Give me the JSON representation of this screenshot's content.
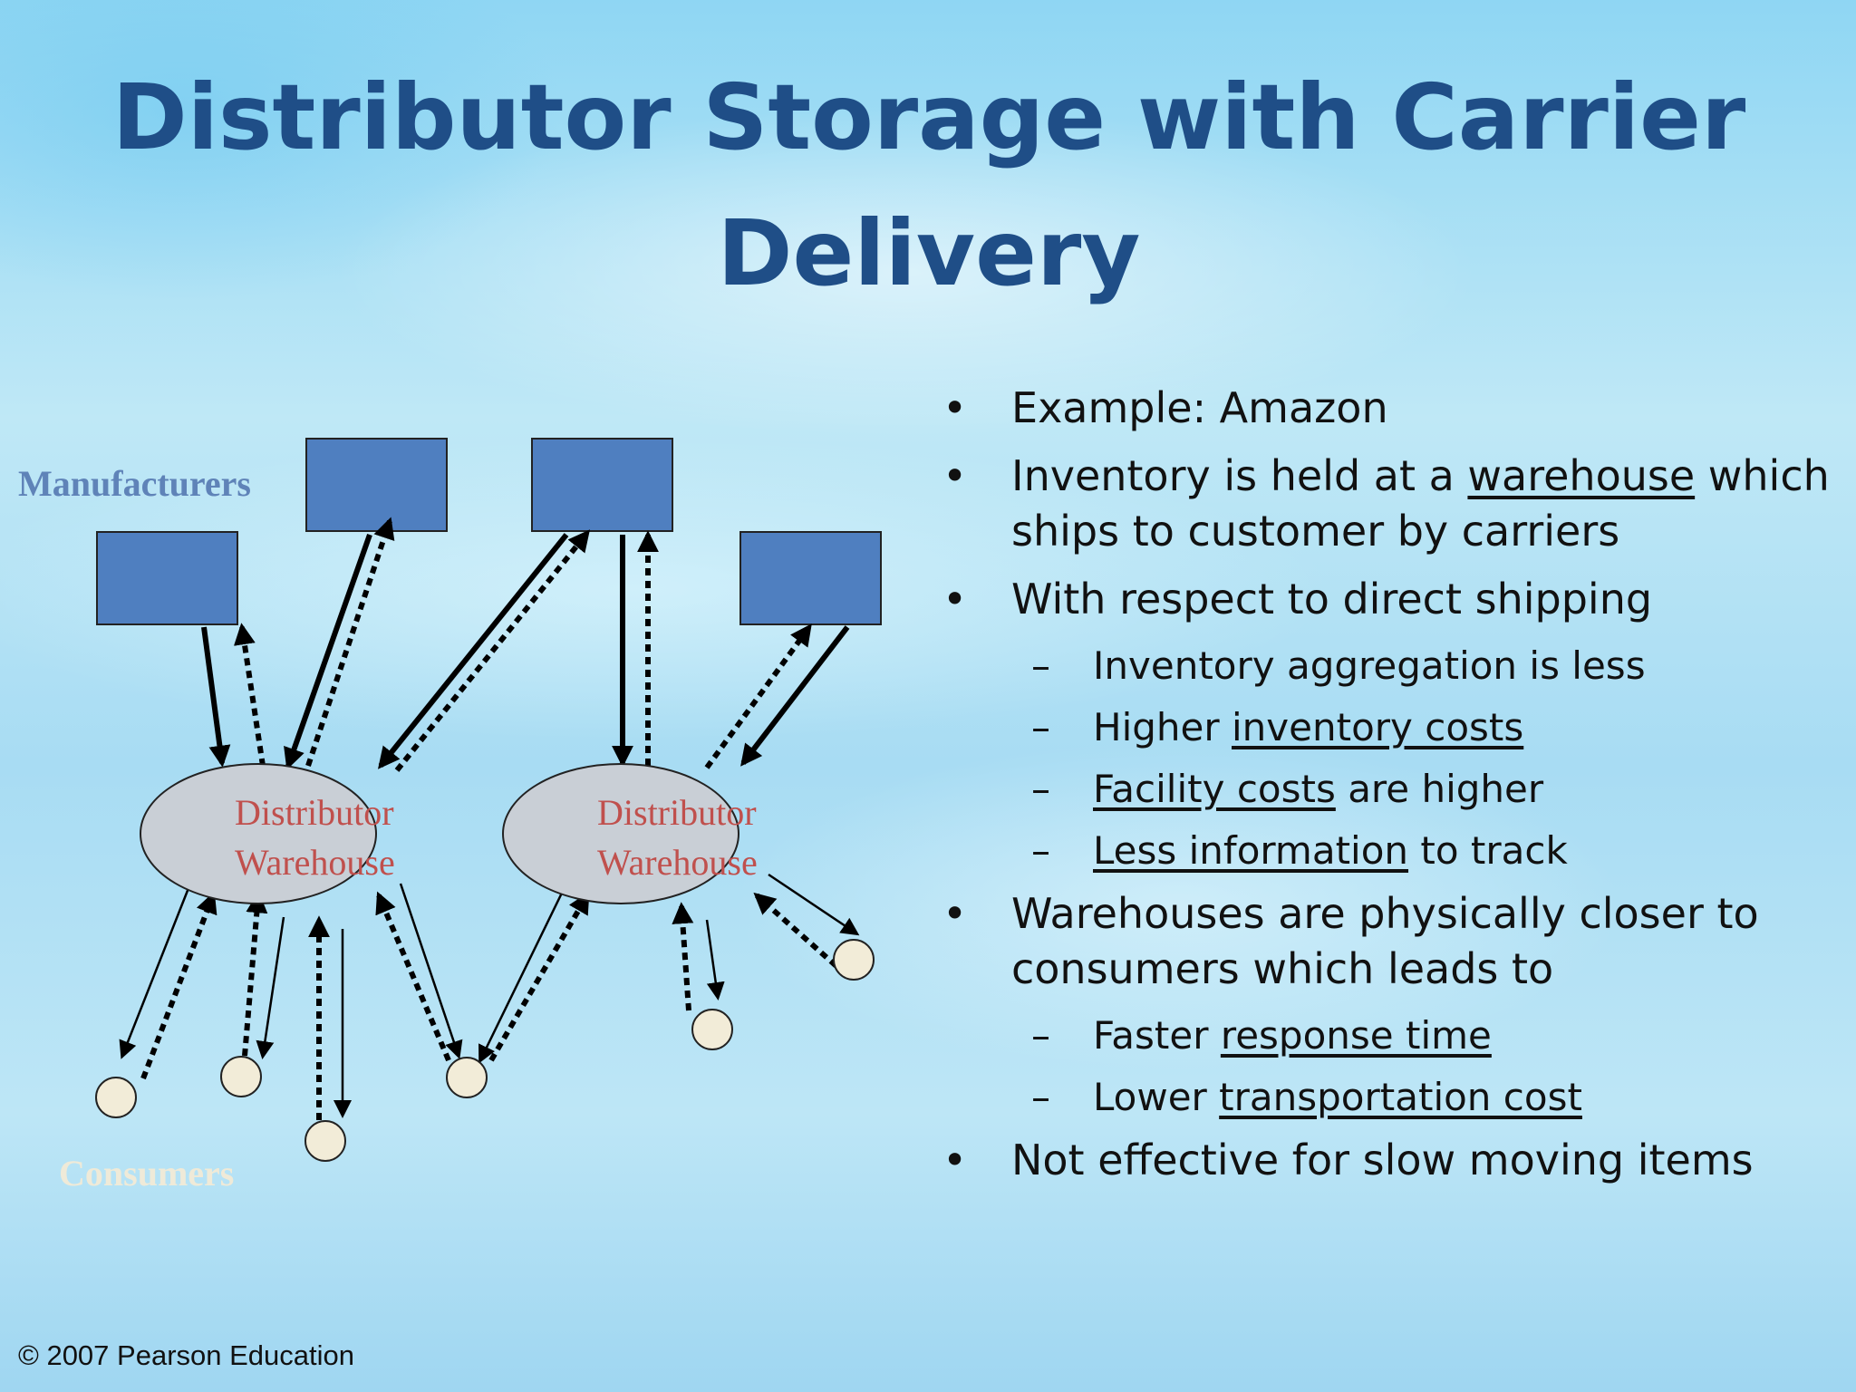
{
  "slide": {
    "title": "Distributor Storage with Carrier Delivery",
    "copyright": "© 2007 Pearson Education"
  },
  "diagram": {
    "manufacturers_label": "Manufacturers",
    "consumers_label": "Consumers",
    "warehouse_line1": "Distributor",
    "warehouse_line2": "Warehouse",
    "colors": {
      "box_fill": "#4f7fc0",
      "label_blue": "#5f83b8",
      "warehouse_text": "#c0504d",
      "warehouse_fill": "#c9cfd6",
      "consumer_fill": "#f2ecd8",
      "consumers_label": "#efead8"
    }
  },
  "bullets": [
    {
      "level": 1,
      "parts": [
        {
          "t": "Example: Amazon"
        }
      ]
    },
    {
      "level": 1,
      "parts": [
        {
          "t": "Inventory is held at a "
        },
        {
          "t": "warehouse",
          "u": true
        },
        {
          "t": " which ships to customer by carriers"
        }
      ]
    },
    {
      "level": 1,
      "parts": [
        {
          "t": "With respect to direct shipping"
        }
      ]
    },
    {
      "level": 2,
      "parts": [
        {
          "t": "Inventory aggregation is less"
        }
      ]
    },
    {
      "level": 2,
      "parts": [
        {
          "t": "Higher "
        },
        {
          "t": "inventory costs",
          "u": true
        }
      ]
    },
    {
      "level": 2,
      "parts": [
        {
          "t": "Facility costs",
          "u": true
        },
        {
          "t": " are higher"
        }
      ]
    },
    {
      "level": 2,
      "parts": [
        {
          "t": "Less information",
          "u": true
        },
        {
          "t": " to track"
        }
      ]
    },
    {
      "level": 1,
      "parts": [
        {
          "t": "Warehouses are physically closer to consumers which leads to"
        }
      ]
    },
    {
      "level": 2,
      "parts": [
        {
          "t": "Faster "
        },
        {
          "t": "response time",
          "u": true
        }
      ]
    },
    {
      "level": 2,
      "parts": [
        {
          "t": "Lower "
        },
        {
          "t": "transportation cost",
          "u": true
        }
      ]
    },
    {
      "level": 1,
      "parts": [
        {
          "t": "Not effective for slow moving items"
        }
      ]
    }
  ]
}
